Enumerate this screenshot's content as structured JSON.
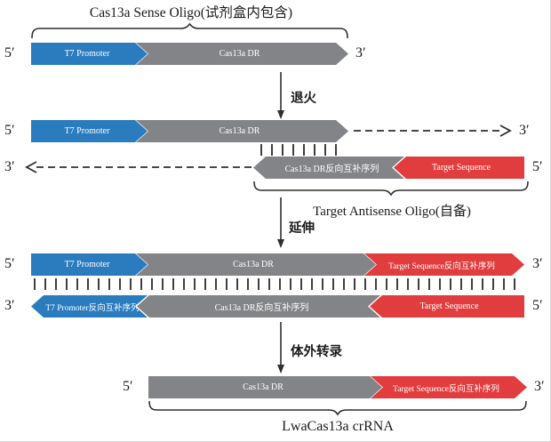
{
  "palette": {
    "promoter_blue": "#2a7cbf",
    "dr_gray": "#828487",
    "target_red": "#e23d3e",
    "line_dark": "#2f2f2f",
    "segment_text": "#ffffff",
    "label_text": "#1a1a1a"
  },
  "braces": {
    "sense": "Cas13a Sense Oligo(试剂盒内包含)",
    "antisense": "Target Antisense Oligo(自备)",
    "crrna": "LwaCas13a crRNA"
  },
  "steps": {
    "anneal": "退火",
    "extend": "延伸",
    "transcribe": "体外转录"
  },
  "rows": {
    "sense_oligo": {
      "left_end": "5′",
      "right_end": "3′",
      "segments": [
        {
          "label": "T7 Promoter"
        },
        {
          "label": "Cas13a DR"
        }
      ]
    },
    "annealed_top": {
      "left_end": "5′",
      "right_end": "3′",
      "segments": [
        {
          "label": "T7 Promoter"
        },
        {
          "label": "Cas13a DR"
        }
      ]
    },
    "annealed_bottom": {
      "left_end": "3′",
      "right_end": "5′",
      "segments": [
        {
          "label": "Cas13a DR反向互补序列"
        },
        {
          "label": "Target Sequence"
        }
      ]
    },
    "extended_top": {
      "left_end": "5′",
      "right_end": "3′",
      "segments": [
        {
          "label": "T7 Promoter"
        },
        {
          "label": "Cas13a DR"
        },
        {
          "label": "Target Sequence反向互补序列"
        }
      ]
    },
    "extended_bottom": {
      "left_end": "3′",
      "right_end": "5′",
      "segments": [
        {
          "label": "T7 Promoter反向互补序列"
        },
        {
          "label": "Cas13a DR反向互补序列"
        },
        {
          "label": "Target Sequence"
        }
      ]
    },
    "crrna_product": {
      "left_end": "5′",
      "right_end": "3′",
      "segments": [
        {
          "label": "Cas13a DR"
        },
        {
          "label": "Target Sequence反向互补序列"
        }
      ]
    }
  },
  "base_pairing": {
    "anneal_ticks": 8,
    "extend_ticks": 44
  }
}
